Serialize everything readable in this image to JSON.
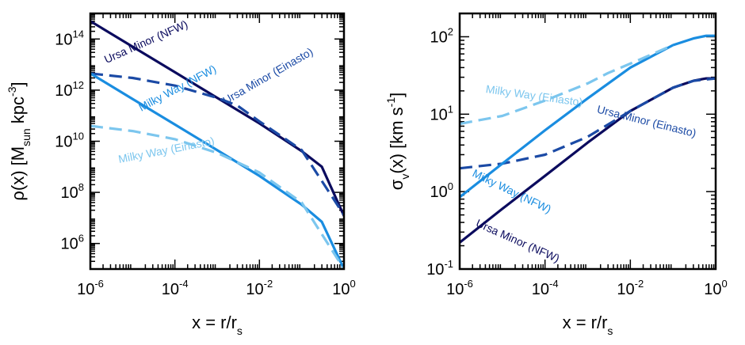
{
  "chart_data": [
    {
      "id": "left",
      "type": "line",
      "xlabel": {
        "main": "x = r/r",
        "sub": "s"
      },
      "ylabel": {
        "pre": "ρ(x) [M",
        "sub": "sun",
        "mid": " kpc",
        "sup": "-3",
        "post": "]"
      },
      "x_scale": "log",
      "y_scale": "log",
      "xlim": [
        1e-06,
        1
      ],
      "ylim": [
        100000.0,
        1000000000000000.0
      ],
      "xticks": [
        {
          "base": "10",
          "exp": "-6",
          "value": 1e-06
        },
        {
          "base": "10",
          "exp": "-4",
          "value": 0.0001
        },
        {
          "base": "10",
          "exp": "-2",
          "value": 0.01
        },
        {
          "base": "10",
          "exp": "0",
          "value": 1
        }
      ],
      "yticks": [
        {
          "base": "10",
          "exp": "6",
          "value": 1000000.0
        },
        {
          "base": "10",
          "exp": "8",
          "value": 100000000.0
        },
        {
          "base": "10",
          "exp": "10",
          "value": 10000000000.0
        },
        {
          "base": "10",
          "exp": "12",
          "value": 1000000000000.0
        },
        {
          "base": "10",
          "exp": "14",
          "value": 100000000000000.0
        }
      ],
      "series": [
        {
          "name": "Ursa Minor (NFW)",
          "color": "#0b0b5e",
          "dash": "solid",
          "x": [
            1e-06,
            1e-05,
            0.0001,
            0.001,
            0.01,
            0.1,
            0.3,
            1
          ],
          "y": [
            500000000000000.0,
            50000000000000.0,
            5000000000000.0,
            500000000000.0,
            50000000000.0,
            4100000000.0,
            1000000000.0,
            12000000.0
          ]
        },
        {
          "name": "Ursa Minor (Einasto)",
          "color": "#1b4aa5",
          "dash": "dashed",
          "x": [
            1e-06,
            1e-05,
            0.0001,
            0.001,
            0.003,
            0.01,
            0.1,
            1
          ],
          "y": [
            4500000000000.0,
            3000000000000.0,
            1500000000000.0,
            500000000000.0,
            250000000000.0,
            60000000000.0,
            4500000000.0,
            13000000.0
          ]
        },
        {
          "name": "Milky Way (NFW)",
          "color": "#1a8de0",
          "dash": "solid",
          "x": [
            1e-06,
            1e-05,
            0.0001,
            0.001,
            0.01,
            0.1,
            0.3,
            1
          ],
          "y": [
            4500000000000.0,
            450000000000.0,
            45000000000.0,
            4500000000.0,
            440000000.0,
            33000000.0,
            7000000.0,
            100000.0
          ]
        },
        {
          "name": "Milky Way (Einasto)",
          "color": "#7cc6ee",
          "dash": "dashed",
          "x": [
            1e-06,
            1e-05,
            0.0001,
            0.001,
            0.01,
            0.1,
            1
          ],
          "y": [
            40000000000.0,
            25000000000.0,
            12000000000.0,
            3500000000.0,
            600000000.0,
            40000000.0,
            100000.0
          ]
        }
      ],
      "annotations": [
        {
          "text": "Ursa Minor (NFW)",
          "color": "#0b0b5e",
          "x": 2.4e-06,
          "y": 11000000000000.0,
          "angle": 24
        },
        {
          "text": "Ursa Minor (Einasto)",
          "color": "#1b4aa5",
          "x": 0.0016,
          "y": 270000000000.0,
          "angle": 30
        },
        {
          "text": "Milky Way (NFW)",
          "color": "#1a8de0",
          "x": 1.6e-05,
          "y": 145000000000.0,
          "angle": 28
        },
        {
          "text": "Milky Way (Einasto)",
          "color": "#7cc6ee",
          "x": 4.8e-06,
          "y": 1400000000.0,
          "angle": 11
        }
      ]
    },
    {
      "id": "right",
      "type": "line",
      "xlabel": {
        "main": "x = r/r",
        "sub": "s"
      },
      "ylabel": {
        "pre": "σ",
        "sub": "v",
        "mid": "(x) [km s",
        "sup": "-1",
        "post": "]"
      },
      "x_scale": "log",
      "y_scale": "log",
      "xlim": [
        1e-06,
        1
      ],
      "ylim": [
        0.1,
        200
      ],
      "xticks": [
        {
          "base": "10",
          "exp": "-6",
          "value": 1e-06
        },
        {
          "base": "10",
          "exp": "-4",
          "value": 0.0001
        },
        {
          "base": "10",
          "exp": "-2",
          "value": 0.01
        },
        {
          "base": "10",
          "exp": "0",
          "value": 1
        }
      ],
      "yticks": [
        {
          "base": "10",
          "exp": "-1",
          "value": 0.1
        },
        {
          "base": "10",
          "exp": "0",
          "value": 1
        },
        {
          "base": "10",
          "exp": "1",
          "value": 10
        },
        {
          "base": "10",
          "exp": "2",
          "value": 100
        }
      ],
      "series": [
        {
          "name": "Ursa Minor (NFW)",
          "color": "#0b0b5e",
          "dash": "solid",
          "x": [
            1e-06,
            1e-05,
            0.0001,
            0.001,
            0.01,
            0.1,
            0.3,
            0.6,
            1
          ],
          "y": [
            0.22,
            0.6,
            1.6,
            4.3,
            11,
            22,
            27,
            29,
            29
          ]
        },
        {
          "name": "Ursa Minor (Einasto)",
          "color": "#1b4aa5",
          "dash": "dashed",
          "x": [
            1e-06,
            1e-05,
            0.0001,
            0.001,
            0.01,
            0.1,
            0.3,
            1
          ],
          "y": [
            2,
            2.3,
            3,
            5.1,
            11,
            22,
            27,
            29
          ]
        },
        {
          "name": "Milky Way (NFW)",
          "color": "#1a8de0",
          "dash": "solid",
          "x": [
            1e-06,
            1e-05,
            0.0001,
            0.001,
            0.01,
            0.1,
            0.3,
            0.6,
            1
          ],
          "y": [
            0.85,
            2.3,
            6.2,
            16,
            40,
            78,
            95,
            103,
            103
          ]
        },
        {
          "name": "Milky Way (Einasto)",
          "color": "#7cc6ee",
          "dash": "dashed",
          "x": [
            1e-06,
            1e-05,
            0.0001,
            0.001,
            0.003,
            0.01,
            0.1
          ],
          "y": [
            7.5,
            9.5,
            15,
            25,
            34,
            45,
            78
          ]
        }
      ],
      "annotations": [
        {
          "text": "Milky Way (Einasto)",
          "color": "#7cc6ee",
          "x": 4e-06,
          "y": 19,
          "angle": -8
        },
        {
          "text": "Ursa Minor (Einasto)",
          "color": "#1b4aa5",
          "x": 0.0016,
          "y": 10.5,
          "angle": -14
        },
        {
          "text": "Milky Way (NFW)",
          "color": "#1a8de0",
          "x": 1.9e-06,
          "y": 1.6,
          "angle": -26
        },
        {
          "text": "Ursa Minor (NFW)",
          "color": "#0b0b5e",
          "x": 2.3e-06,
          "y": 0.36,
          "angle": -24
        }
      ]
    }
  ]
}
